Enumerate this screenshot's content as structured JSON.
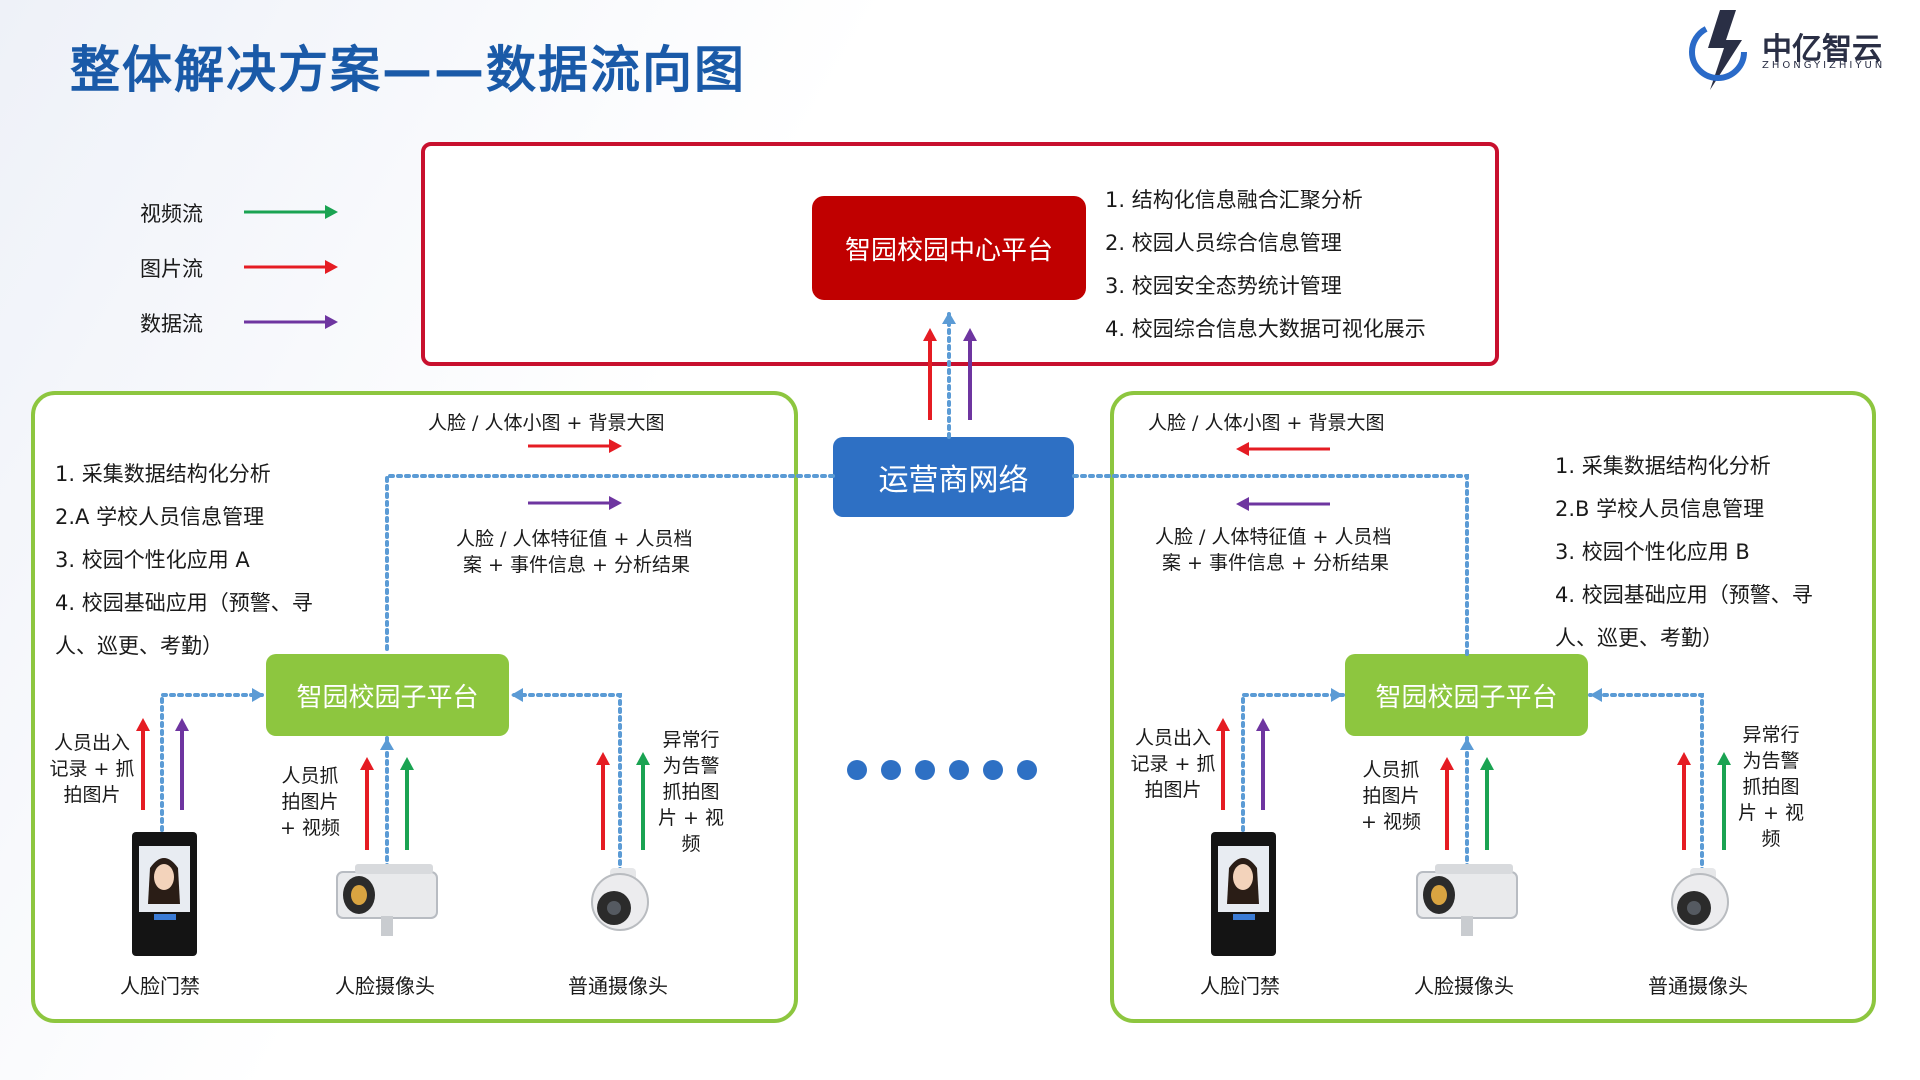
{
  "title": "整体解决方案——数据流向图",
  "logo": {
    "name": "中亿智云",
    "sub": "ZHONGYIZHIYUN",
    "icon": "zy-logo-icon"
  },
  "legend": [
    {
      "label": "视频流",
      "color": "#1aa352"
    },
    {
      "label": "图片流",
      "color": "#e51c23"
    },
    {
      "label": "数据流",
      "color": "#6e35a0"
    }
  ],
  "colors": {
    "video": "#1aa352",
    "image": "#e51c23",
    "data": "#6e35a0",
    "dotted": "#5b9bd5",
    "center_border": "#c8102e",
    "sub_border": "#8dc63f"
  },
  "center": {
    "platform": "智园校园中心平台",
    "features": [
      "1.  结构化信息融合汇聚分析",
      "2. 校园人员综合信息管理",
      "3. 校园安全态势统计管理",
      "4. 校园综合信息大数据可视化展示"
    ]
  },
  "network": "运营商网络",
  "ellipsis_dots": 6,
  "left": {
    "sub_platform": "智园校园子平台",
    "features": [
      "1. 采集数据结构化分析",
      "2.A 学校人员信息管理",
      "3. 校园个性化应用 A",
      "4. 校园基础应用（预警、寻",
      "人、巡更、考勤）"
    ],
    "upload_label_1": "人脸 / 人体小图 + 背景大图",
    "upload_label_2a": "人脸 / 人体特征值 + 人员档",
    "upload_label_2b": "案 + 事件信息 + 分析结果",
    "devices": [
      {
        "name": "人脸门禁",
        "label": [
          "人员出入",
          "记录 + 抓",
          "拍图片"
        ],
        "icon": "face-access-terminal-icon"
      },
      {
        "name": "人脸摄像头",
        "label": [
          "人员抓",
          "拍图片",
          "+ 视频"
        ],
        "icon": "bullet-camera-icon"
      },
      {
        "name": "普通摄像头",
        "label": [
          "异常行",
          "为告警",
          "抓拍图",
          "片 + 视",
          "频"
        ],
        "icon": "dome-camera-icon"
      }
    ]
  },
  "right": {
    "sub_platform": "智园校园子平台",
    "features": [
      "1. 采集数据结构化分析",
      "2.B 学校人员信息管理",
      "3. 校园个性化应用 B",
      "4. 校园基础应用（预警、寻",
      "人、巡更、考勤）"
    ],
    "upload_label_1": "人脸 / 人体小图 + 背景大图",
    "upload_label_2a": "人脸 / 人体特征值 + 人员档",
    "upload_label_2b": "案 + 事件信息 + 分析结果",
    "devices": [
      {
        "name": "人脸门禁",
        "label": [
          "人员出入",
          "记录 + 抓",
          "拍图片"
        ],
        "icon": "face-access-terminal-icon"
      },
      {
        "name": "人脸摄像头",
        "label": [
          "人员抓",
          "拍图片",
          "+ 视频"
        ],
        "icon": "bullet-camera-icon"
      },
      {
        "name": "普通摄像头",
        "label": [
          "异常行",
          "为告警",
          "抓拍图",
          "片 + 视",
          "频"
        ],
        "icon": "dome-camera-icon"
      }
    ]
  }
}
